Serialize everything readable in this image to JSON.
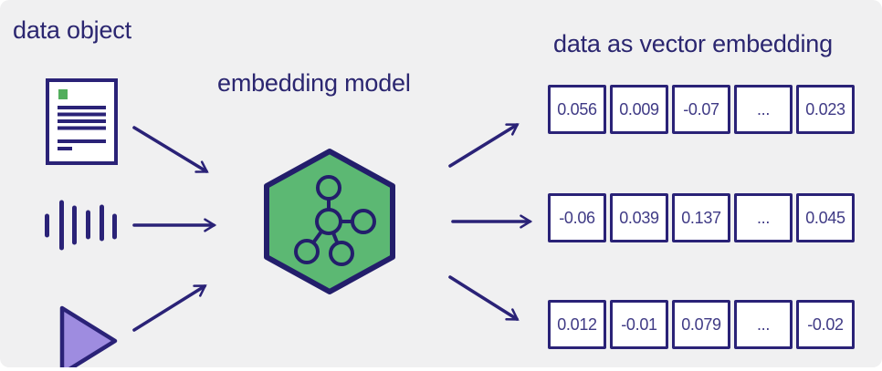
{
  "labels": {
    "data_object": "data object",
    "embedding_model": "embedding model",
    "vector_embedding": "data as vector embedding"
  },
  "icons": {
    "document": "document-icon",
    "audio_waveform": "audio-waveform-icon",
    "play_triangle": "play-triangle-icon",
    "model_hexagon": "network-hexagon-icon"
  },
  "colors": {
    "background": "#f0f0f1",
    "navy": "#2a2277",
    "text_navy": "#2b2670",
    "number_navy": "#3f3a85",
    "green": "#5cb873",
    "green_square": "#52ae5c",
    "purple": "#9e8ce0",
    "cell_fill": "#ffffff"
  },
  "chart_data": {
    "type": "table",
    "title": "data as vector embedding",
    "rows": [
      [
        "0.056",
        "0.009",
        "-0.07",
        "...",
        "0.023"
      ],
      [
        "-0.06",
        "0.039",
        "0.137",
        "...",
        "0.045"
      ],
      [
        "0.012",
        "-0.01",
        "0.079",
        "...",
        "-0.02"
      ]
    ]
  },
  "vectors": {
    "rows": [
      {
        "cells": [
          "0.056",
          "0.009",
          "-0.07",
          "...",
          "0.023"
        ]
      },
      {
        "cells": [
          "-0.06",
          "0.039",
          "0.137",
          "...",
          "0.045"
        ]
      },
      {
        "cells": [
          "0.012",
          "-0.01",
          "0.079",
          "...",
          "-0.02"
        ]
      }
    ]
  }
}
